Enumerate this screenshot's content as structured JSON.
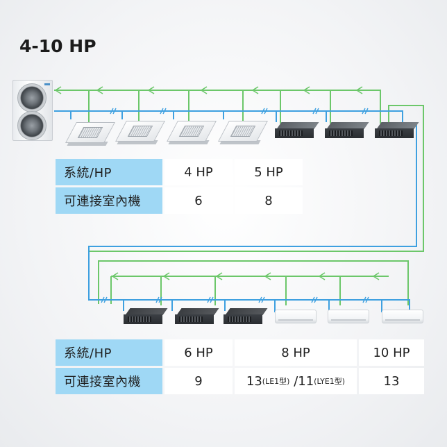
{
  "title": "4-10 HP",
  "colors": {
    "signal_line": "#6cc76a",
    "refrigerant_line": "#3ea0e0",
    "header_bg": "#9fd8f5"
  },
  "table1": {
    "row1": {
      "label": "系統/HP",
      "values": [
        "4 HP",
        "5 HP"
      ]
    },
    "row2": {
      "label": "可連接室內機",
      "values": [
        "6",
        "8"
      ]
    }
  },
  "table2": {
    "row1": {
      "label": "系統/HP",
      "values": [
        "6 HP",
        "8 HP",
        "10 HP"
      ]
    },
    "row2": {
      "label": "可連接室內機",
      "v6": "9",
      "v8a": "13",
      "v8a_note": "(LE1型)",
      "v8b": " /11",
      "v8b_note": "(LYE1型)",
      "v10": "13"
    }
  },
  "units": {
    "outdoor": "outdoor-unit",
    "top_row": [
      "cassette",
      "cassette",
      "cassette",
      "cassette",
      "duct",
      "duct",
      "duct"
    ],
    "bottom_row": [
      "duct",
      "duct",
      "duct",
      "wall",
      "wall",
      "wall"
    ]
  }
}
